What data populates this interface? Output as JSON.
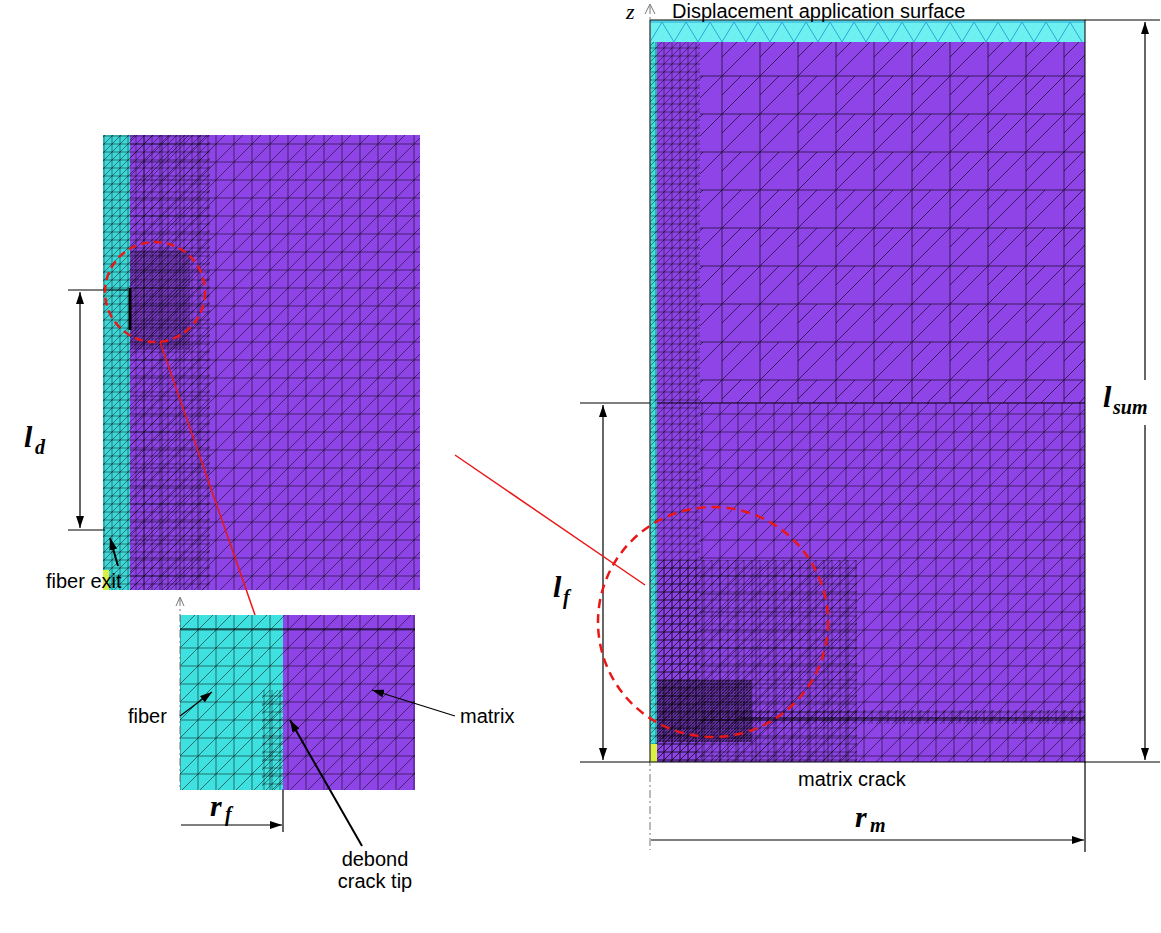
{
  "diagram": {
    "labels": [
      "z",
      "Displacement application surface",
      "l",
      "d",
      "fiber exit",
      "fiber",
      "matrix",
      "r",
      "f",
      "debond crack tip",
      "l",
      "f",
      "l",
      "sum",
      "matrix crack",
      "r",
      "m"
    ]
  }
}
